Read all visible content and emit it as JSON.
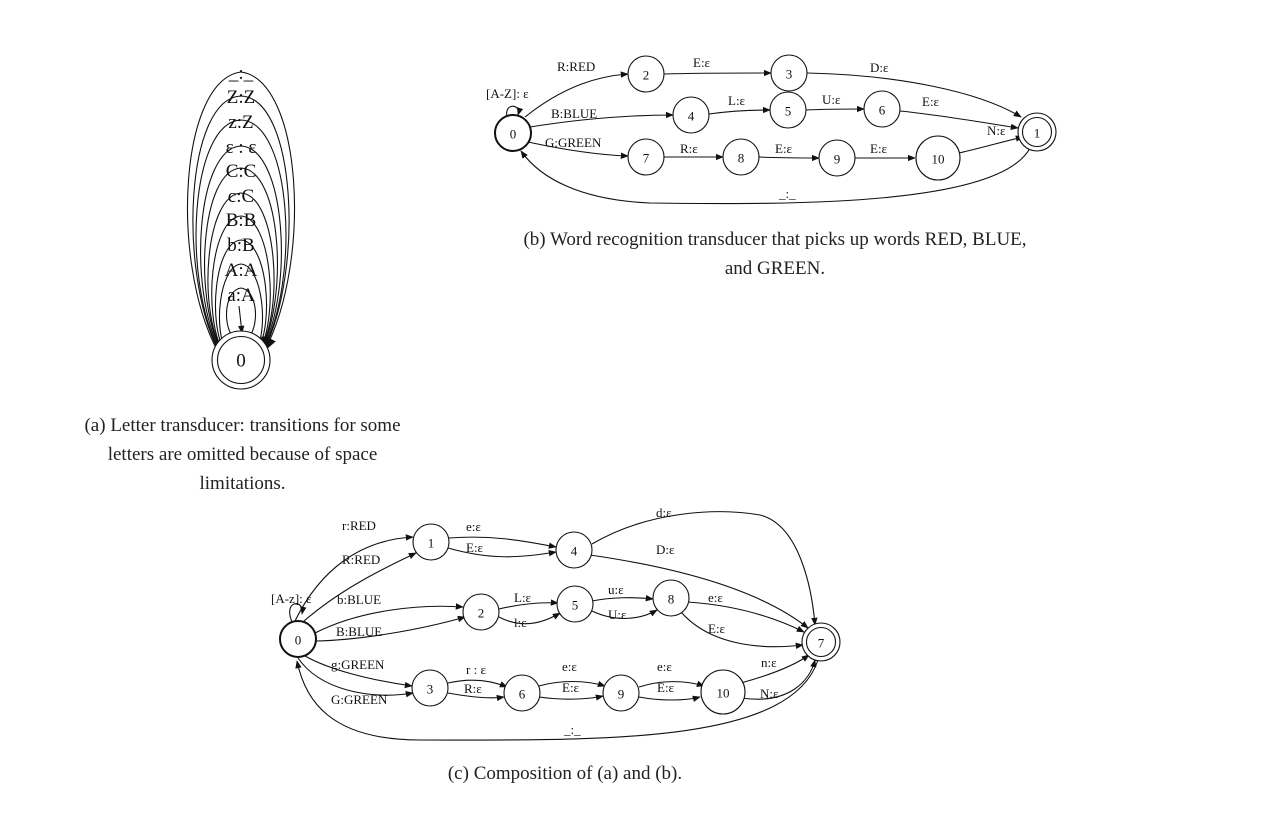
{
  "diagram_a": {
    "node": "0",
    "labels": [
      "_:_",
      "Z:Z",
      "z:Z",
      "ε : ε",
      "C:C",
      "c:C",
      "B:B",
      "b:B",
      "A:A",
      "a:A"
    ]
  },
  "diagram_b": {
    "nodes": [
      "0",
      "1",
      "2",
      "3",
      "4",
      "5",
      "6",
      "7",
      "8",
      "9",
      "10"
    ],
    "labels": {
      "self_loop": "[A-Z]: ε",
      "e_0_2": "R:RED",
      "e_2_3": "E:ε",
      "e_3_1": "D:ε",
      "e_0_4": "B:BLUE",
      "e_4_5": "L:ε",
      "e_5_6": "U:ε",
      "e_6_1": "E:ε",
      "e_0_7": "G:GREEN",
      "e_7_8": "R:ε",
      "e_8_9": "E:ε",
      "e_9_10": "E:ε",
      "e_10_1": "N:ε",
      "e_1_0": "_:_"
    }
  },
  "diagram_c": {
    "nodes": [
      "0",
      "1",
      "2",
      "3",
      "4",
      "5",
      "6",
      "7",
      "8",
      "9",
      "10"
    ],
    "labels": {
      "self_loop": "[A-z]: ε",
      "r_red": "r:RED",
      "R_red": "R:RED",
      "e_1_4_a": "e:ε",
      "e_1_4_b": "E:ε",
      "d_4_7": "d:ε",
      "D_4_7": "D:ε",
      "b_blue": "b:BLUE",
      "B_blue": "B:BLUE",
      "L_2_5": "L:ε",
      "l_2_5": "l:ε",
      "u_5_8": "u:ε",
      "U_5_8": "U:ε",
      "e_8_7": "e:ε",
      "E_8_7": "E:ε",
      "g_green": "g:GREEN",
      "G_green": "G:GREEN",
      "r_3_6": "r : ε",
      "R_3_6": "R:ε",
      "e_6_9": "e:ε",
      "E_6_9": "E:ε",
      "e_9_10": "e:ε",
      "E_9_10": "E:ε",
      "n_10_7": "n:ε",
      "N_10_7": "N:ε",
      "e_7_0": "_:_"
    }
  },
  "captions": {
    "a_lines": [
      "(a) Letter transducer: transitions for some",
      "letters are omitted because of space",
      "limitations."
    ],
    "b_lines": [
      "(b) Word recognition transducer that picks up words RED, BLUE,",
      "and GREEN."
    ],
    "c_lines": [
      "(c) Composition of (a) and (b)."
    ]
  }
}
